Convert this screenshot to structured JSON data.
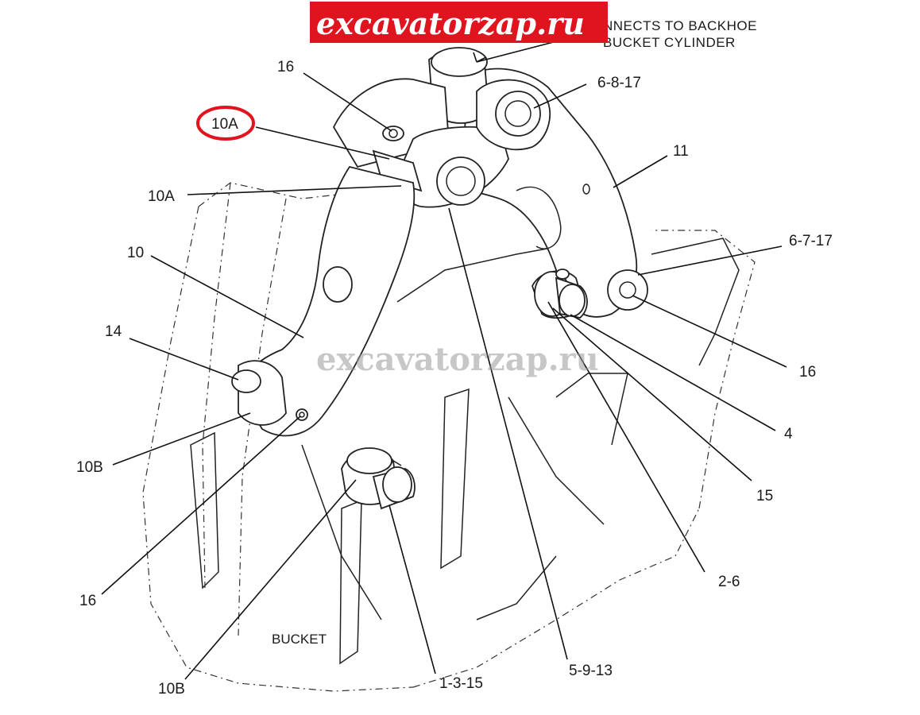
{
  "watermark": {
    "top_text": "excavatorzap.ru",
    "center_text": "excavatorzap.ru",
    "box_color": "#e0141e"
  },
  "note": {
    "line1": "NNECTS TO BACKHOE",
    "line2": "BUCKET CYLINDER"
  },
  "bucket_label": "BUCKET",
  "highlight_color": "#e0141e",
  "callouts": {
    "c16_top": "16",
    "c10a_circled": "10A",
    "c10a": "10A",
    "c10": "10",
    "c14": "14",
    "c10b_left": "10B",
    "c16_left": "16",
    "c10b_bottom": "10B",
    "c1315": "1-3-15",
    "c5913": "5-9-13",
    "c26": "2-6",
    "c15": "15",
    "c4": "4",
    "c16_right": "16",
    "c6717": "6-7-17",
    "c11": "11",
    "c6817": "6-8-17"
  }
}
